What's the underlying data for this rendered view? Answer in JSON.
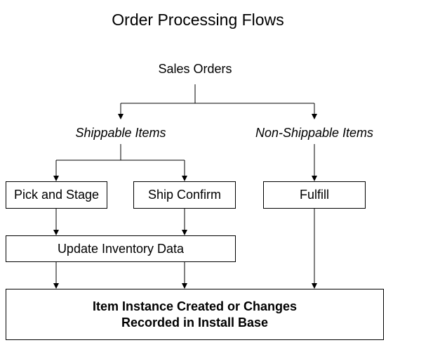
{
  "title": "Order Processing Flows",
  "root": "Sales Orders",
  "branches": {
    "shippable": "Shippable Items",
    "non_shippable": "Non-Shippable Items"
  },
  "steps": {
    "pick_and_stage": "Pick and Stage",
    "ship_confirm": "Ship Confirm",
    "fulfill": "Fulfill",
    "update_inventory": "Update Inventory Data"
  },
  "result": {
    "line1": "Item Instance Created or Changes",
    "line2": "Recorded in Install Base"
  }
}
